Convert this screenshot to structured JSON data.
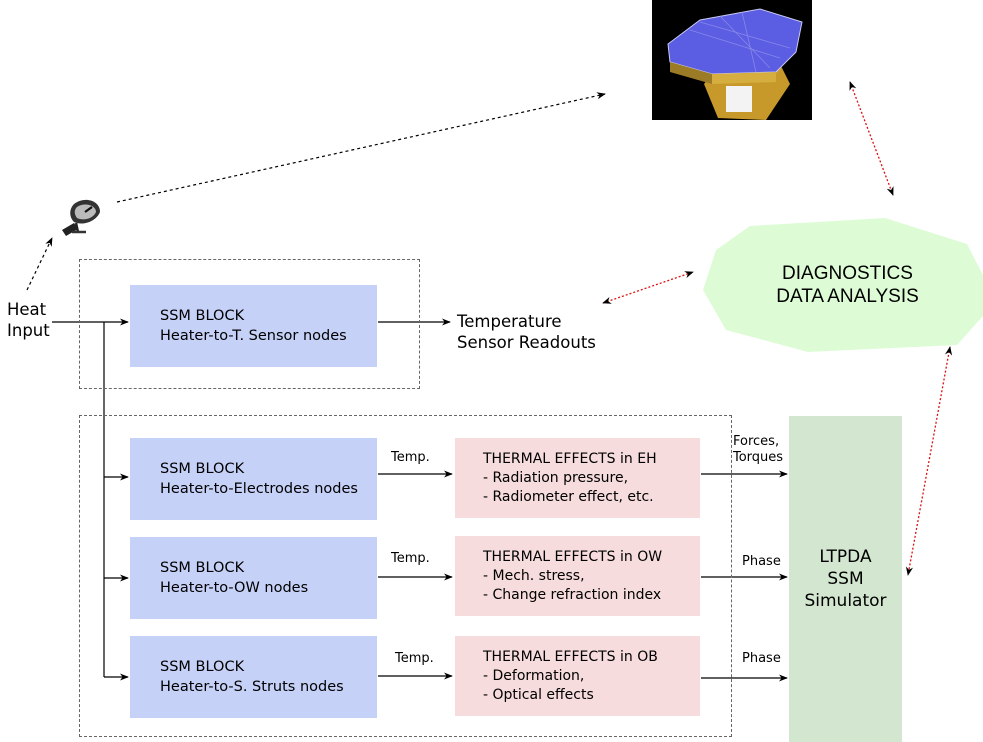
{
  "heat_input": [
    "Heat",
    "Input"
  ],
  "temperature_readout": [
    "Temperature",
    "Sensor Readouts"
  ],
  "diagnostics": [
    "DIAGNOSTICS",
    "DATA ANALYSIS"
  ],
  "ssm_sensor": [
    "SSM BLOCK",
    "Heater-to-T. Sensor nodes"
  ],
  "ssm_electrodes": [
    "SSM BLOCK",
    "Heater-to-Electrodes nodes"
  ],
  "ssm_ow": [
    "SSM BLOCK",
    "Heater-to-OW nodes"
  ],
  "ssm_struts": [
    "SSM BLOCK",
    "Heater-to-S. Struts nodes"
  ],
  "temp_labels": [
    "Temp.",
    "Temp.",
    "Temp."
  ],
  "effects_eh": [
    "THERMAL EFFECTS in EH",
    "- Radiation pressure,",
    "- Radiometer effect, etc."
  ],
  "effects_ow": [
    "THERMAL EFFECTS in OW",
    "- Mech. stress,",
    "- Change refraction index"
  ],
  "effects_ob": [
    "THERMAL EFFECTS in OB",
    "- Deformation,",
    "- Optical effects"
  ],
  "output_eh": [
    "Forces,",
    "Torques"
  ],
  "output_ow": "Phase",
  "output_ob": "Phase",
  "simulator": [
    "LTPDA",
    "SSM",
    "Simulator"
  ],
  "icons": {
    "antenna": "satellite-dish-icon",
    "spacecraft": "spacecraft-image"
  },
  "colors": {
    "ssm_block": "#c6d1f8",
    "effects_block": "#f6dcdc",
    "simulator": "#d3e6cf",
    "diagnostics": "#ddfcd5",
    "data_link": "#d11"
  }
}
